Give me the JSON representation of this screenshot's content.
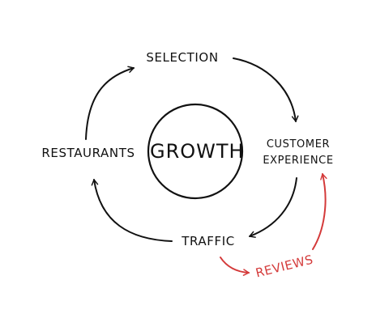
{
  "diagram": {
    "center_label": "GROWTH",
    "nodes": [
      {
        "id": "selection",
        "label": "SELECTION"
      },
      {
        "id": "customer-experience",
        "label_line1": "CUSTOMER",
        "label_line2": "EXPERIENCE"
      },
      {
        "id": "traffic",
        "label": "TRAFFIC"
      },
      {
        "id": "restaurants",
        "label": "RESTAURANTS"
      }
    ],
    "side_node": {
      "id": "reviews",
      "label": "REVIEWS"
    },
    "colors": {
      "ink": "#111111",
      "accent": "#d43a3a",
      "background": "#ffffff"
    }
  }
}
